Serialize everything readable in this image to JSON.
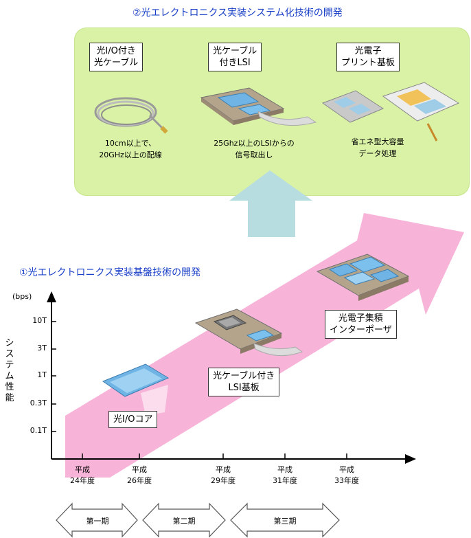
{
  "top_title": "②光エレクトロニクス実装システム化技術の開発",
  "top_items": [
    {
      "label_lines": [
        "光I/O付き",
        "光ケーブル"
      ],
      "caption_lines": [
        "10cm以上で、",
        "20GHz以上の配線"
      ]
    },
    {
      "label_lines": [
        "光ケーブル",
        "付きLSI"
      ],
      "caption_lines": [
        "25Ghz以上のLSIからの",
        "信号取出し"
      ]
    },
    {
      "label_lines": [
        "光電子",
        "プリント基板"
      ],
      "caption_lines": [
        "省エネ型大容量",
        "データ処理"
      ]
    }
  ],
  "bottom_title": "①光エレクトロニクス実装基盤技術の開発",
  "y_unit": "(bps)",
  "y_axis_label": "システム性能",
  "y_ticks": [
    "10T",
    "3T",
    "1T",
    "0.3T",
    "0.1T"
  ],
  "x_ticks": [
    {
      "era": "平成",
      "year": "24年度"
    },
    {
      "era": "平成",
      "year": "26年度"
    },
    {
      "era": "平成",
      "year": "29年度"
    },
    {
      "era": "平成",
      "year": "31年度"
    },
    {
      "era": "平成",
      "year": "33年度"
    }
  ],
  "chart_labels": {
    "core": "光I/Oコア",
    "lsi_board_lines": [
      "光ケーブル付き",
      "LSI基板"
    ],
    "interposer_lines": [
      "光電子集積",
      "インターポーザ"
    ]
  },
  "phases": [
    "第一期",
    "第二期",
    "第三期"
  ],
  "colors": {
    "title_blue": "#1a40c8",
    "green_panel": "#d9f2a6",
    "pink_arrow": "#f7b4d8",
    "up_arrow": "#b8dde0"
  }
}
